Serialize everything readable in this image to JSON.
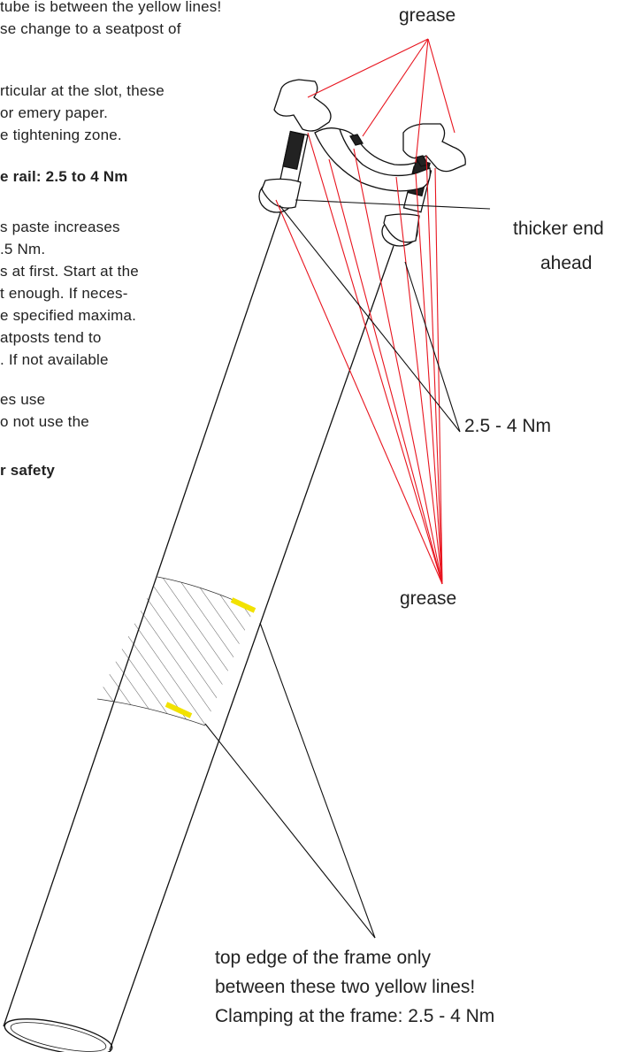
{
  "instructions": {
    "lines": [
      "tube is between the yellow lines!",
      "se change to a seatpost of",
      "rticular at the slot, these",
      "or emery paper.",
      "e tightening zone.",
      "e rail: 2.5 to 4 Nm",
      "s paste increases",
      ".5 Nm.",
      "s at first. Start at the",
      "t enough. If neces-",
      "e specified maxima.",
      "atposts tend to",
      ". If not available",
      "es use",
      "o not use the",
      "r safety"
    ]
  },
  "labels": {
    "grease_top": "grease",
    "grease_bottom": "grease",
    "thicker_end_line1": "thicker end",
    "thicker_end_line2": "ahead",
    "torque_clamp": "2.5 - 4 Nm",
    "frame_line1": "top edge of the frame only",
    "frame_line2": "between these two yellow lines!",
    "frame_line3": "Clamping at the frame: 2.5 - 4 Nm"
  },
  "colors": {
    "grease_red": "#e8141e",
    "marker_yellow": "#f2e200",
    "outline": "#111111"
  }
}
